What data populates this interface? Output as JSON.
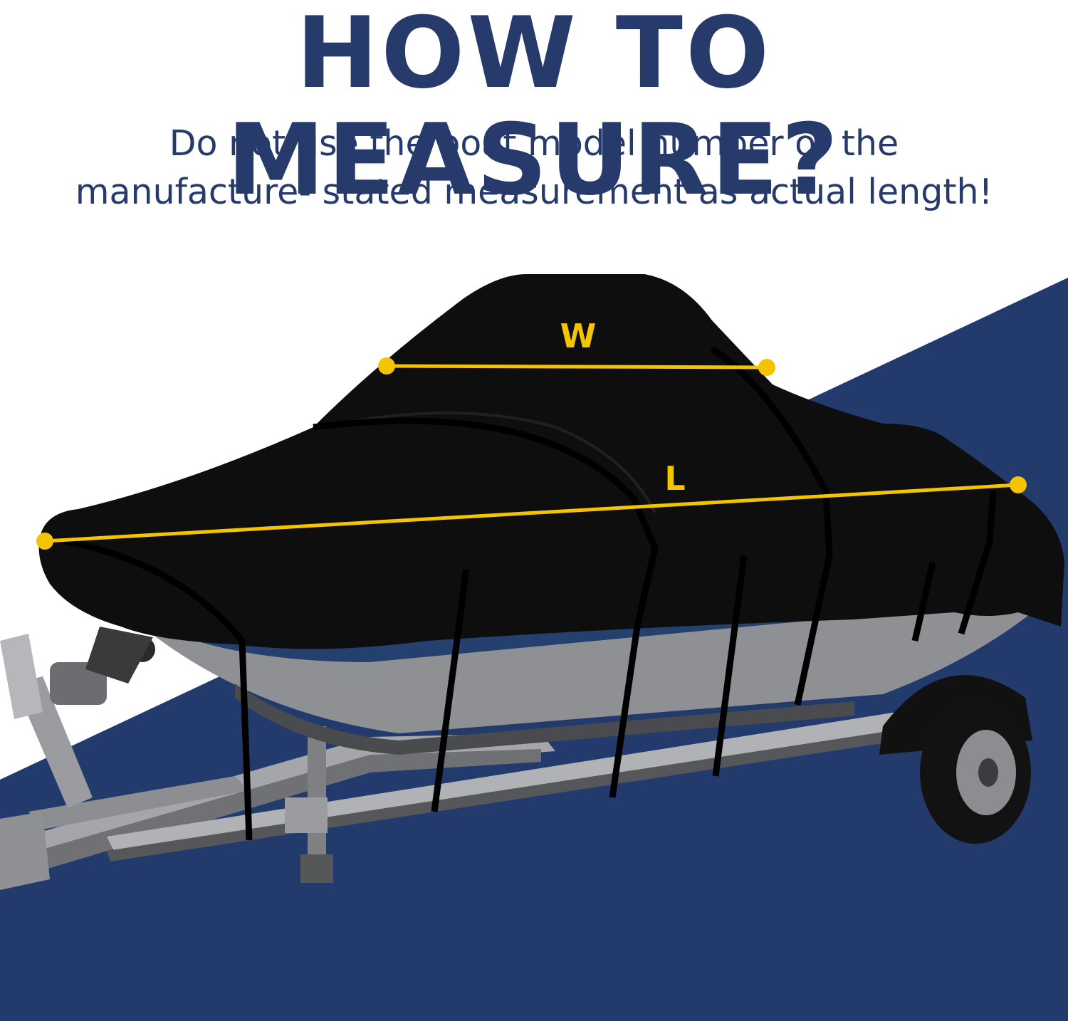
{
  "header": {
    "title": "HOW TO MEASURE?",
    "subtitle_line1": "Do not use the boat model number or the",
    "subtitle_line2": "manufacture- stated measurement as actual length!"
  },
  "diagram": {
    "width_label": "W",
    "length_label": "L"
  },
  "colors": {
    "navy": "#223b6c",
    "text_navy": "#263a6c",
    "accent_yellow": "#f5c400",
    "cover_black": "#0e0e0e",
    "hull_blue": "#24406f",
    "hull_gray": "#8f9093",
    "trailer_gray": "#a4a6a9"
  }
}
